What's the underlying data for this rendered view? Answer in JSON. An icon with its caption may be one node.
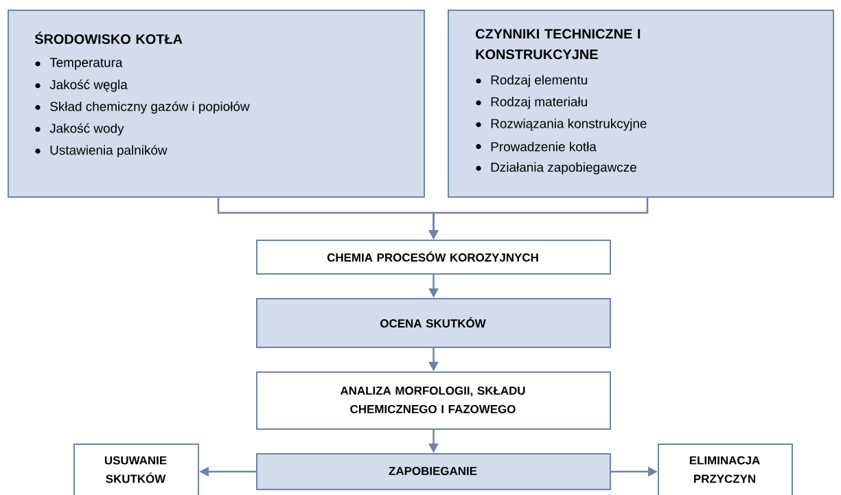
{
  "diagram": {
    "nodes": [
      {
        "text": [
          "ŚRODOWISKO KOTŁA",
          "Temperatura",
          "Jakość węgla",
          "Skład chemiczny gazów i popiołów",
          "Jakość wody",
          "Ustawienia palników"
        ]
      },
      {
        "text": [
          "CZYNNIKI TECHNICZNE I KONSTRUKCYJNE",
          "Rodzaj elementu",
          "Rodzaj materiału",
          "Rozwiązania konstrukcyjne",
          "Prowadzenie kotła",
          "Działania zapobiegawcze"
        ]
      },
      {
        "text": [
          "CHEMIA PROCESÓW KOROZYJNYCH"
        ]
      },
      {
        "text": [
          "OCENA SKUTKÓW"
        ]
      },
      {
        "text": [
          "ANALIZA MORFOLOGII, SKŁADU CHEMICZNEGO I FAZOWEGO"
        ]
      },
      {
        "text": [
          "ZAPOBIEGANIE"
        ]
      },
      {
        "text": [
          "USUWANIE SKUTKÓW"
        ]
      },
      {
        "text": [
          "ELIMINACJA PRZYCZYN"
        ]
      }
    ],
    "edges": [
      {
        "from": 0,
        "to": 2,
        "arrow": "to"
      },
      {
        "from": 1,
        "to": 2,
        "arrow": "to"
      },
      {
        "from": 2,
        "to": 3,
        "arrow": "to"
      },
      {
        "from": 3,
        "to": 4,
        "arrow": "to"
      },
      {
        "from": 4,
        "to": 5,
        "arrow": "to"
      },
      {
        "from": 5,
        "to": 6,
        "arrow": "to"
      },
      {
        "from": 5,
        "to": 7,
        "arrow": "to"
      }
    ]
  }
}
